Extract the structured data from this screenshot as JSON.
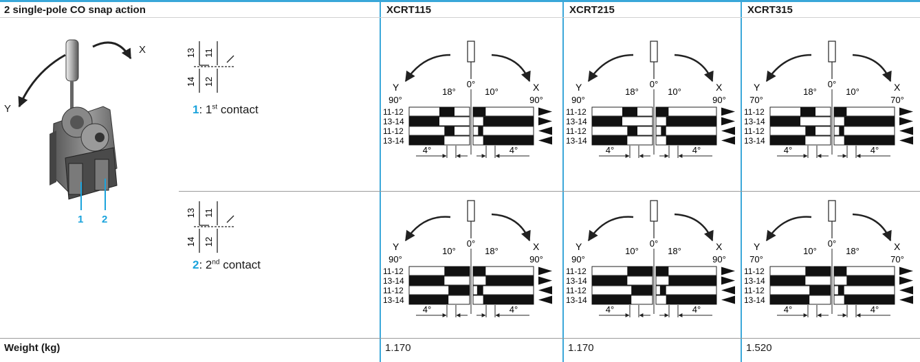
{
  "header": {
    "title": "2 single-pole CO snap action",
    "models": [
      "XCRT115",
      "XCRT215",
      "XCRT315"
    ]
  },
  "illustration": {
    "arrow_x": "X",
    "arrow_y": "Y",
    "callout_1": "1",
    "callout_2": "2"
  },
  "contacts": [
    {
      "num": "1",
      "text": ": 1",
      "sup": "st",
      "tail": " contact",
      "terminals": [
        "13",
        "11",
        "14",
        "12"
      ]
    },
    {
      "num": "2",
      "text": ": 2",
      "sup": "nd",
      "tail": " contact",
      "terminals": [
        "13",
        "11",
        "14",
        "12"
      ]
    }
  ],
  "diagram_labels": {
    "y": "Y",
    "x": "X",
    "zero": "0°",
    "rows": [
      "11-12",
      "13-14",
      "11-12",
      "13-14"
    ],
    "diff": "4°"
  },
  "diagrams": [
    [
      {
        "left_max": "90°",
        "left_trip": "18°",
        "right_trip": "10°",
        "right_max": "90°"
      },
      {
        "left_max": "90°",
        "left_trip": "18°",
        "right_trip": "10°",
        "right_max": "90°"
      },
      {
        "left_max": "70°",
        "left_trip": "18°",
        "right_trip": "10°",
        "right_max": "70°"
      }
    ],
    [
      {
        "left_max": "90°",
        "left_trip": "10°",
        "right_trip": "18°",
        "right_max": "90°"
      },
      {
        "left_max": "90°",
        "left_trip": "10°",
        "right_trip": "18°",
        "right_max": "90°"
      },
      {
        "left_max": "70°",
        "left_trip": "10°",
        "right_trip": "18°",
        "right_max": "70°"
      }
    ]
  ],
  "weight": {
    "label": "Weight (kg)",
    "values": [
      "1.170",
      "1.170",
      "1.520"
    ]
  },
  "colors": {
    "accent": "#3aa7d9",
    "callout": "#1aa3dc"
  }
}
